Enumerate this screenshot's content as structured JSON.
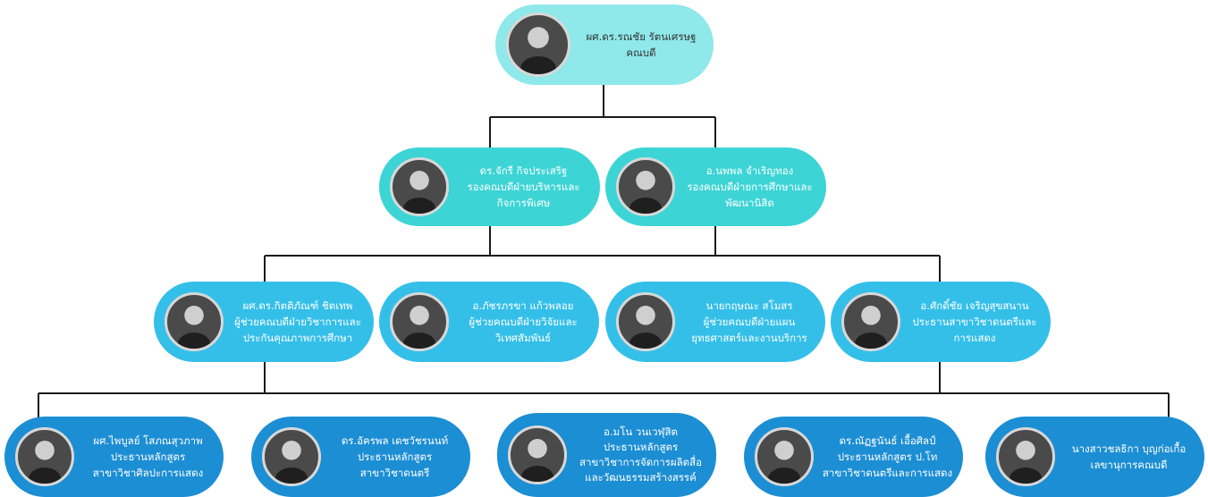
{
  "colors": {
    "level1": "#8fe8ea",
    "level2": "#3dd4d6",
    "level3": "#34bfe9",
    "level4": "#1c8ed4",
    "connector": "#1a1a1a"
  },
  "nodes": [
    {
      "id": "dean",
      "level": 1,
      "lines": [
        "ผศ.ดร.รณชัย  รัตนเศรษฐ",
        "คณบดี"
      ]
    },
    {
      "id": "vp-admin",
      "level": 2,
      "lines": [
        "ดร.จักรี  กิจประเสริฐ",
        "รองคณบดีฝ่ายบริหารและ",
        "กิจการพิเศษ"
      ]
    },
    {
      "id": "vp-academic",
      "level": 2,
      "lines": [
        "อ.นพพล  จำเริญทอง",
        "รองคณบดีฝ่ายการศึกษาและ",
        "พัฒนานิสิต"
      ]
    },
    {
      "id": "asst-academic",
      "level": 3,
      "lines": [
        "ผศ.ดร.กิตติภัณฑ์ ชิตเทพ",
        "ผู้ช่วยคณบดีฝ่ายวิชาการและ",
        "ประกันคุณภาพการศึกษา"
      ]
    },
    {
      "id": "asst-research",
      "level": 3,
      "lines": [
        "อ.ภัชรภรขา  แก้วพลอย",
        "ผู้ช่วยคณบดีฝ่ายวิจัยและ",
        "วิเทศสัมพันธ์"
      ]
    },
    {
      "id": "asst-strategy",
      "level": 3,
      "lines": [
        "นายกฤษณะ  สโมสร",
        "ผู้ช่วยคณบดีฝ่ายแผน",
        "ยุทธศาสตร์และงานบริการ"
      ]
    },
    {
      "id": "chair-music",
      "level": 3,
      "lines": [
        "อ.ศักดิ์ชัย  เจริญสุขสนาน",
        "ประธานสาขาวิชาดนตรีและ",
        "การแสดง"
      ]
    },
    {
      "id": "prog-performing",
      "level": 4,
      "lines": [
        "ผศ.ไพบูลย์  โสภณสุวภาพ",
        "ประธานหลักสูตร",
        "สาขาวิชาศิลปะการแสดง"
      ]
    },
    {
      "id": "prog-music",
      "level": 4,
      "lines": [
        "ดร.อัครพล  เดชวัชรนนท์",
        "ประธานหลักสูตร",
        "สาขาวิชาดนตรี"
      ]
    },
    {
      "id": "prog-media",
      "level": 4,
      "lines": [
        "อ.มโน  วนเวฬุสิต",
        "ประธานหลักสูตร",
        "สาขาวิชาการจัดการผลิตสื่อ",
        "และวัฒนธรรมสร้างสรรค์"
      ]
    },
    {
      "id": "prog-masters",
      "level": 4,
      "lines": [
        "ดร.ณัฏฐนันธ์ เอื้อศิลป์",
        "ประธานหลักสูตร ป.โท",
        "สาขาวิชาดนตรีและการแสดง"
      ]
    },
    {
      "id": "secretary",
      "level": 4,
      "lines": [
        "นางสาวชลธิกา  บุญก่อเกื้อ",
        "เลขานุการคณบดี"
      ]
    }
  ]
}
